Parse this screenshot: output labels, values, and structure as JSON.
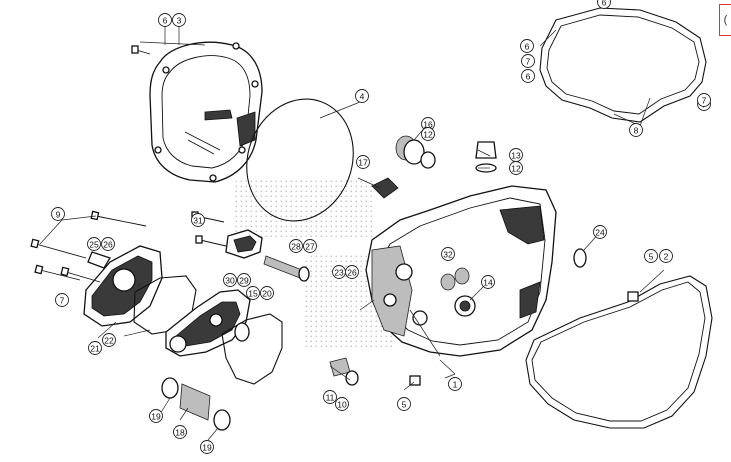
{
  "callouts": {
    "c1": "1",
    "c2": "2",
    "c3": "3",
    "c4": "4",
    "c5a": "5",
    "c5b": "5",
    "c6a": "6",
    "c6b": "6",
    "c6c": "6",
    "c6d": "6",
    "c7a": "7",
    "c7b": "7",
    "c7c": "7",
    "c7d": "7",
    "c8": "8",
    "c9": "9",
    "c10": "10",
    "c11": "11",
    "c12a": "12",
    "c12b": "12",
    "c13": "13",
    "c14": "14",
    "c15": "15",
    "c16": "16",
    "c17": "17",
    "c18": "18",
    "c19a": "19",
    "c19b": "19",
    "c20": "20",
    "c21": "21",
    "c22": "22",
    "c23": "23",
    "c24": "24",
    "c25": "25",
    "c26a": "26",
    "c26b": "26",
    "c27": "27",
    "c28": "28",
    "c29": "29",
    "c30": "30",
    "c31": "31",
    "c32": "32"
  },
  "edge_tab": "("
}
